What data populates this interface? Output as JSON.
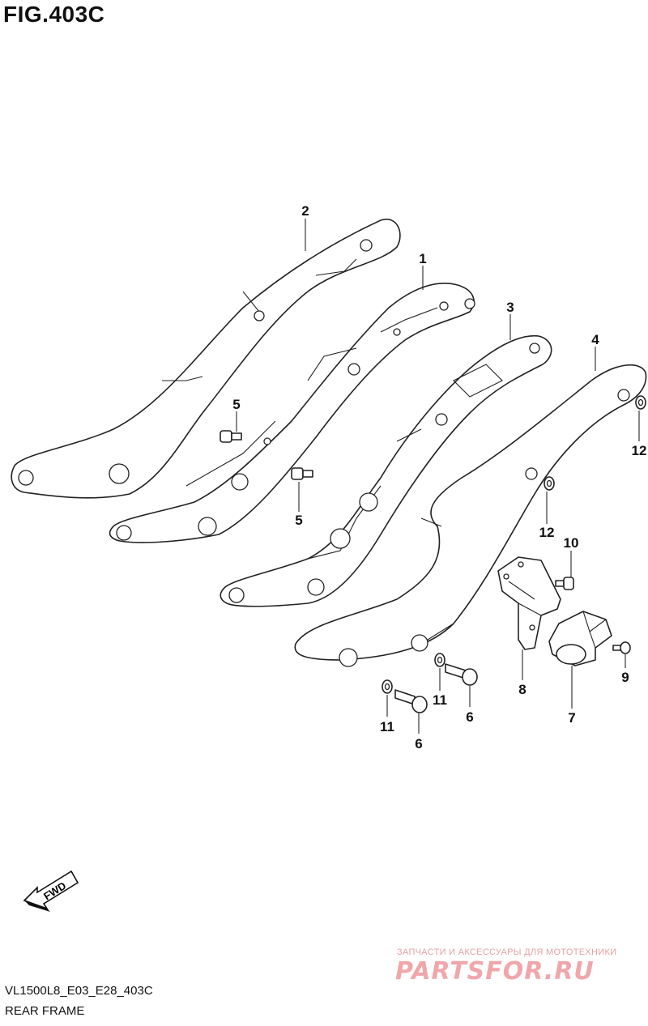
{
  "header": {
    "figure_title": "FIG.403C"
  },
  "callouts": {
    "c1": "1",
    "c2": "2",
    "c3": "3",
    "c4": "4",
    "c5a": "5",
    "c5b": "5",
    "c6a": "6",
    "c6b": "6",
    "c7": "7",
    "c8": "8",
    "c9": "9",
    "c10": "10",
    "c11a": "11",
    "c11b": "11",
    "c12a": "12",
    "c12b": "12"
  },
  "fwd_label": "FWD",
  "footer": {
    "model_code": "VL1500L8_E03_E28_403C",
    "section_name": "REAR FRAME"
  },
  "watermark": {
    "tagline": "ЗАПЧАСТИ И АКСЕССУАРЫ ДЛЯ МОТОТЕХНИКИ",
    "logo_text": "PARTSFOR.RU"
  },
  "icons": {
    "fwd_arrow": "fwd-arrow-icon"
  }
}
